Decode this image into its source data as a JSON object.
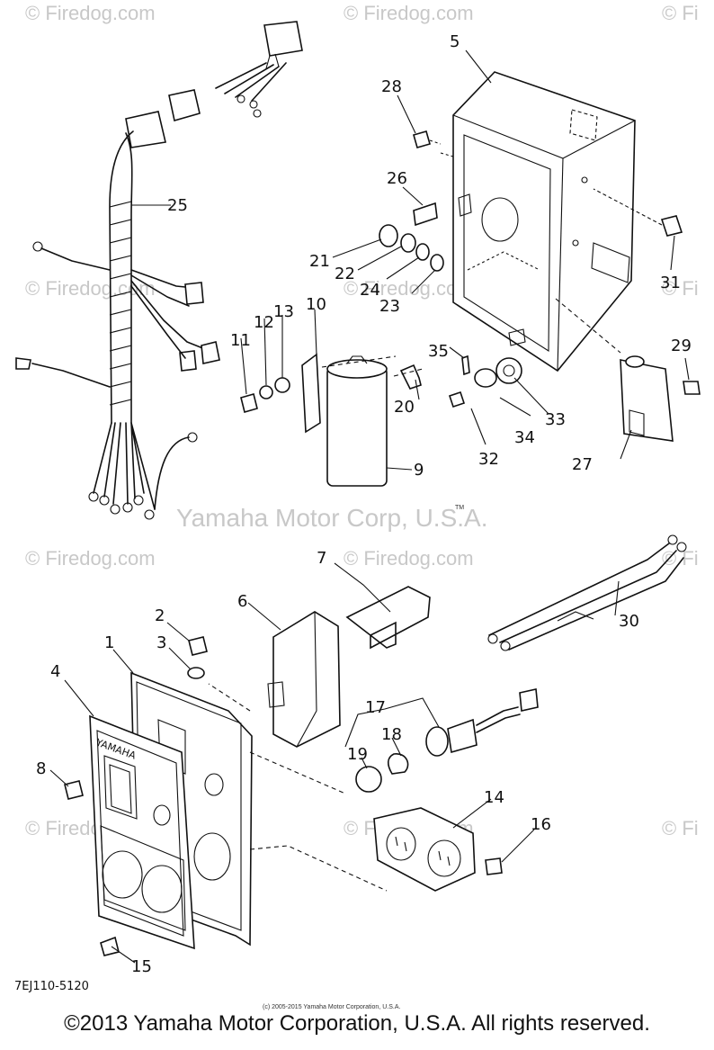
{
  "watermarks": {
    "site": "© Firedog.com",
    "site_short": "© Fi",
    "site_mid": "© Firedog.com",
    "center": "Yamaha Motor Corp, U.S.A.",
    "tm": "TM"
  },
  "diagram": {
    "code": "7EJ110-5120",
    "panel_brand": "YAMAHA",
    "copyright_small": "(c) 2005-2015 Yamaha Motor Corporation, U.S.A."
  },
  "callouts": {
    "c1": "1",
    "c2": "2",
    "c3": "3",
    "c4": "4",
    "c5": "5",
    "c6": "6",
    "c7": "7",
    "c8": "8",
    "c9": "9",
    "c10": "10",
    "c11": "11",
    "c12": "12",
    "c13": "13",
    "c14": "14",
    "c15": "15",
    "c16": "16",
    "c17": "17",
    "c18": "18",
    "c19": "19",
    "c20": "20",
    "c21": "21",
    "c22": "22",
    "c23": "23",
    "c24": "24",
    "c25": "25",
    "c26": "26",
    "c27": "27",
    "c28": "28",
    "c29": "29",
    "c30": "30",
    "c31": "31",
    "c32": "32",
    "c33": "33",
    "c34": "34",
    "c35": "35"
  },
  "footer": {
    "copyright": "©2013 Yamaha Motor Corporation, U.S.A. All rights reserved."
  }
}
